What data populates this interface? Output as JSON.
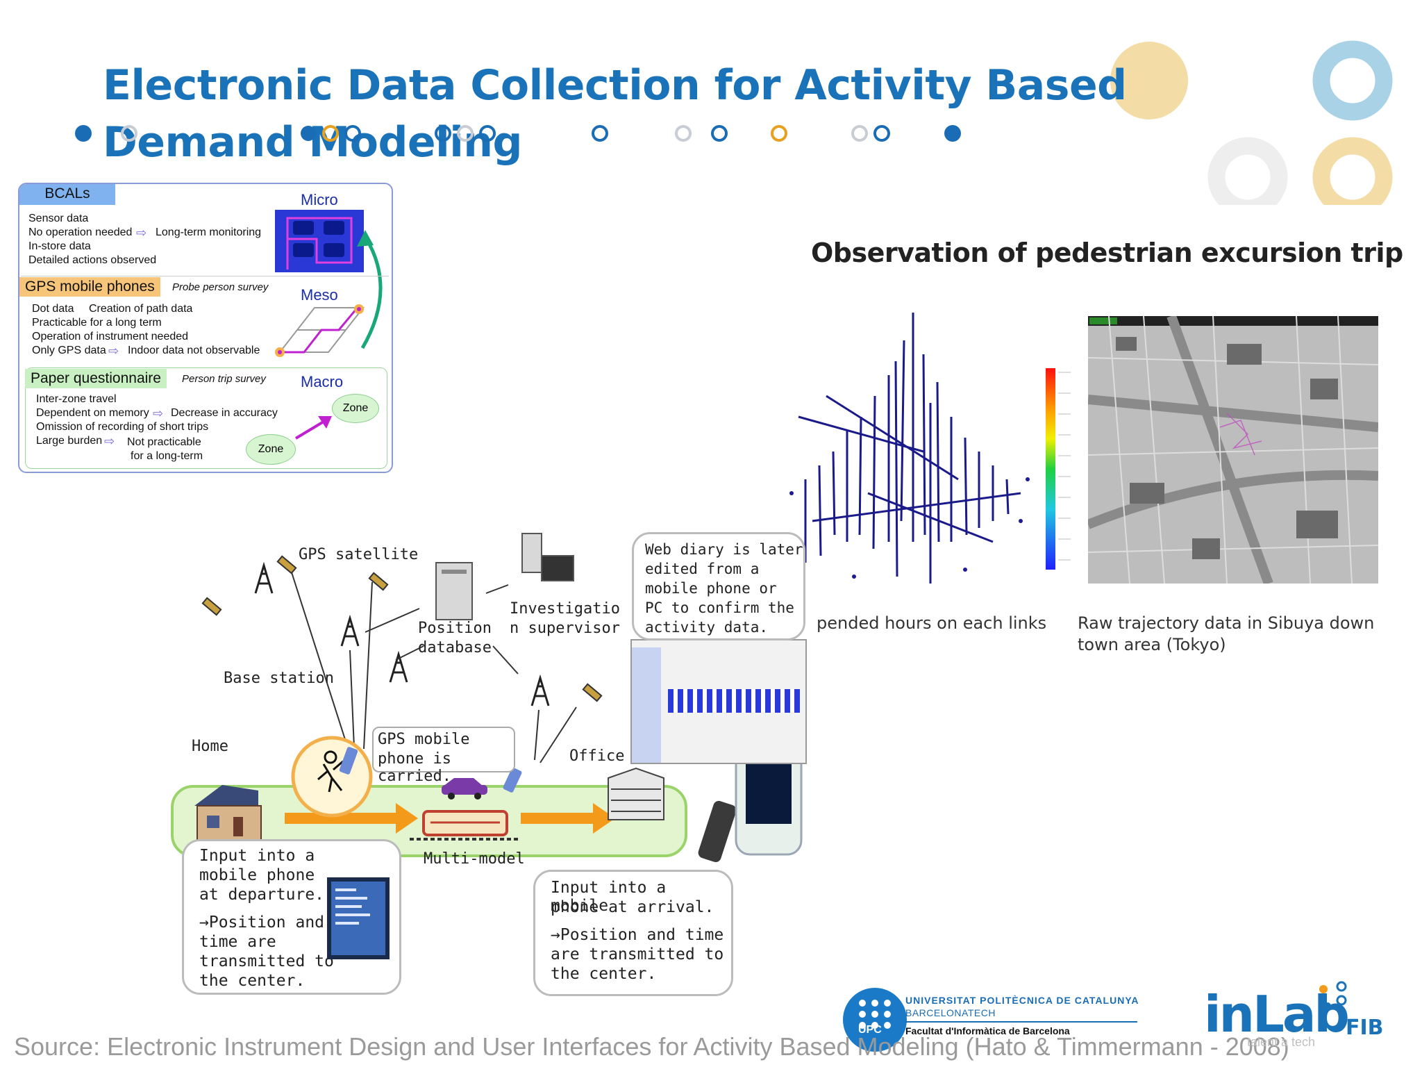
{
  "slide": {
    "title": "Electronic Data Collection for Activity Based Demand Modeling",
    "source": "Source: Electronic Instrument Design and User Interfaces for Activity Based Modeling (Hato & Timmermann - 2008)",
    "watermark": "talent a tech",
    "colors": {
      "title_blue": "#1a73b8",
      "dot_blue": "#1a6db5",
      "dot_orange": "#e8a020",
      "dot_gray": "#c8cdd4"
    }
  },
  "bcal": {
    "header": "BCALs",
    "micro": {
      "level": "Micro",
      "lines": [
        "Sensor data",
        "No operation needed",
        "Long-term monitoring",
        "In-store data",
        "Detailed actions observed"
      ]
    },
    "meso": {
      "header": "GPS mobile phones",
      "subtitle": "Probe person survey",
      "level": "Meso",
      "lines": [
        "Dot data",
        "Creation of path data",
        "Practicable for a long term",
        "Operation of instrument needed",
        "Only GPS data",
        "Indoor data not observable"
      ]
    },
    "macro": {
      "header": "Paper questionnaire",
      "subtitle": "Person trip survey",
      "level": "Macro",
      "lines": [
        "Inter-zone travel",
        "Dependent on memory",
        "Decrease in accuracy",
        "Omission of recording of short trips",
        "Large burden",
        "Not practicable",
        "for a long-term"
      ],
      "zone1": "Zone",
      "zone2": "Zone"
    }
  },
  "observation": {
    "title": "Observation of pedestrian excursion trip",
    "caption_left": "pended hours on each links",
    "caption_right_1": "Raw trajectory data in Sibuya down",
    "caption_right_2": "town area (Tokyo)"
  },
  "diagram": {
    "gps_satellite": "GPS satellite",
    "base_station": "Base station",
    "position_database_1": "Position",
    "position_database_2": "database",
    "investigator_1": "Investigatio",
    "investigator_2": "n supervisor",
    "web_diary": [
      "Web diary is later",
      "edited from a",
      "mobile phone or",
      "PC to confirm the",
      "activity data."
    ],
    "home": "Home",
    "office": "Office",
    "gps_carried": [
      "GPS mobile",
      "phone is carried."
    ],
    "multi_model": "Multi-model",
    "departure": [
      "Input into a",
      "mobile phone",
      "at departure.",
      "",
      "→Position and",
      "time are",
      "transmitted to",
      "the center."
    ],
    "arrival": [
      "Input into a mobile",
      "phone at arrival.",
      "",
      "→Position and time",
      "are transmitted to",
      "the center."
    ]
  },
  "logos": {
    "upc_line1": "UNIVERSITAT POLITÈCNICA DE CATALUNYA",
    "upc_line2": "BARCELONATECH",
    "upc_line3": "Facultat d'Informàtica de Barcelona",
    "upc_badge": "UPC",
    "inlab": "inLab",
    "fib": "FIB"
  }
}
